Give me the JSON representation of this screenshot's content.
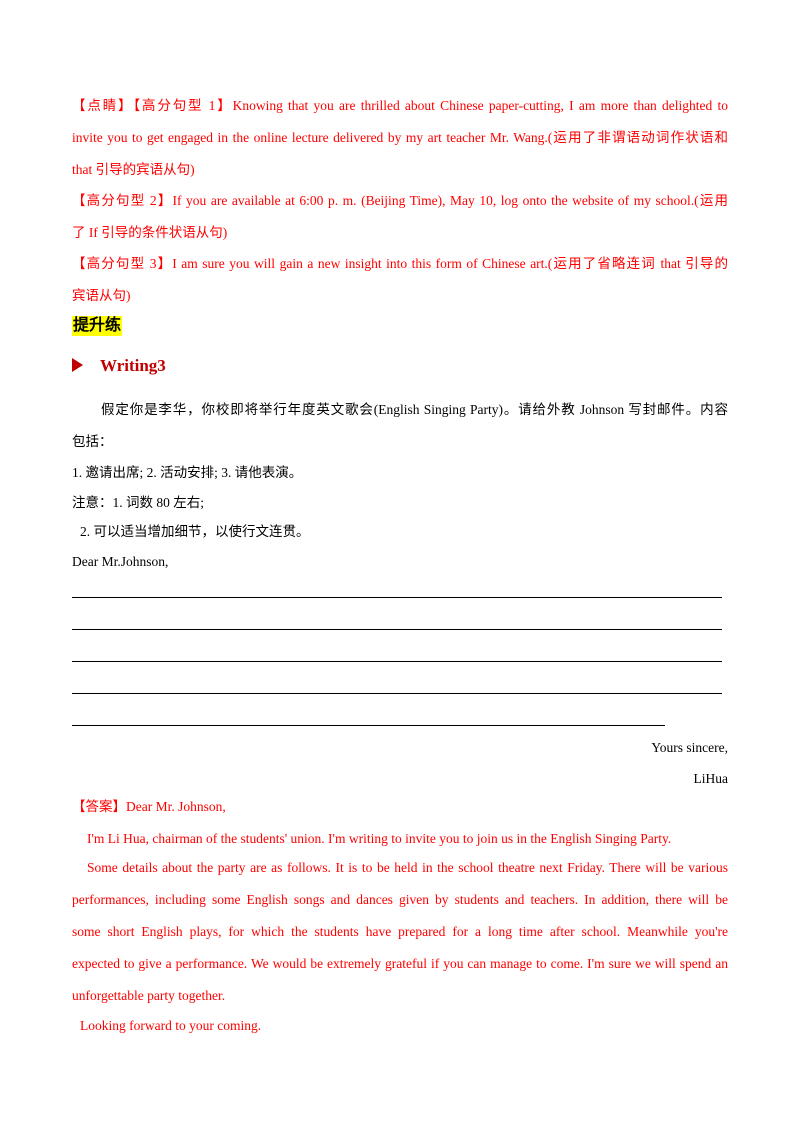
{
  "tips": {
    "line1": "【点睛】【高分句型 1】Knowing that you are thrilled about Chinese paper-cutting, I am more than delighted to",
    "line2": "invite you to get engaged in the online lecture delivered by my art teacher Mr. Wang.(运用了非谓语动词作状语和",
    "line3": "that 引导的宾语从句)",
    "line4": "【高分句型 2】If you are available at 6:00 p. m. (Beijing Time), May 10, log onto the website of my school.(运用",
    "line5": "了 If 引导的条件状语从句)",
    "line6": "【高分句型 3】I am sure you will gain a new insight into this form of Chinese art.(运用了省略连词 that 引导的",
    "line7": "宾语从句)"
  },
  "section_heading": "提升练",
  "writing_title": "Writing3",
  "task": {
    "line1": "假定你是李华，你校即将举行年度英文歌会(English Singing Party)。请给外教 Johnson 写封邮件。内容",
    "line2": "包括：",
    "line3": "1.  邀请出席; 2.  活动安排; 3.  请他表演。",
    "line4": "注意：1.  词数 80 左右;",
    "line5": "2.  可以适当增加细节，以使行文连贯。"
  },
  "letter": {
    "salutation": "Dear Mr.Johnson,",
    "closing": "Yours sincere,",
    "signature": "LiHua"
  },
  "answer": {
    "line1": "【答案】Dear Mr. Johnson,",
    "line2": "I'm Li Hua, chairman of the students' union. I'm writing to invite you to join us in the English Singing Party.",
    "line3": "Some details about the party are as follows. It is to be held in the school theatre next Friday. There will be various",
    "line4": "performances, including some English songs and dances given by students and teachers. In addition, there will be",
    "line5": "some short English plays, for which the students have prepared for a long time after school. Meanwhile you're",
    "line6": "expected to give a performance. We would be extremely grateful if you can manage to come. I'm sure we will spend an",
    "line7": "unforgettable party together.",
    "line8": "Looking forward to your coming."
  }
}
